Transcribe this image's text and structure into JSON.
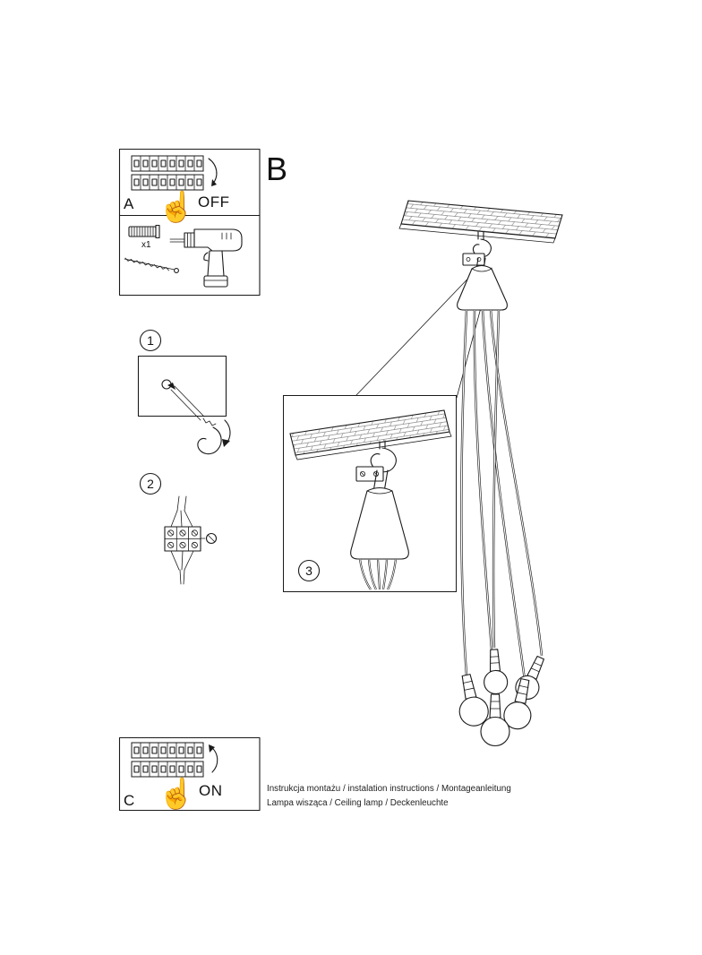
{
  "panel_a": {
    "label": "A",
    "switch_state": "OFF",
    "anchor_count": "x1"
  },
  "panel_c": {
    "label": "C",
    "switch_state": "ON"
  },
  "section_b": {
    "label": "B"
  },
  "steps": {
    "step1": "1",
    "step2": "2",
    "step3": "3"
  },
  "icons": {
    "hand": "☝"
  },
  "footer": {
    "line1": "Instrukcja montażu / instalation instructions / Montageanleitung",
    "line2": "Lampa wisząca / Ceiling lamp  / Deckenleuchte"
  },
  "colors": {
    "line": "#1a1a1a",
    "background": "#ffffff"
  }
}
